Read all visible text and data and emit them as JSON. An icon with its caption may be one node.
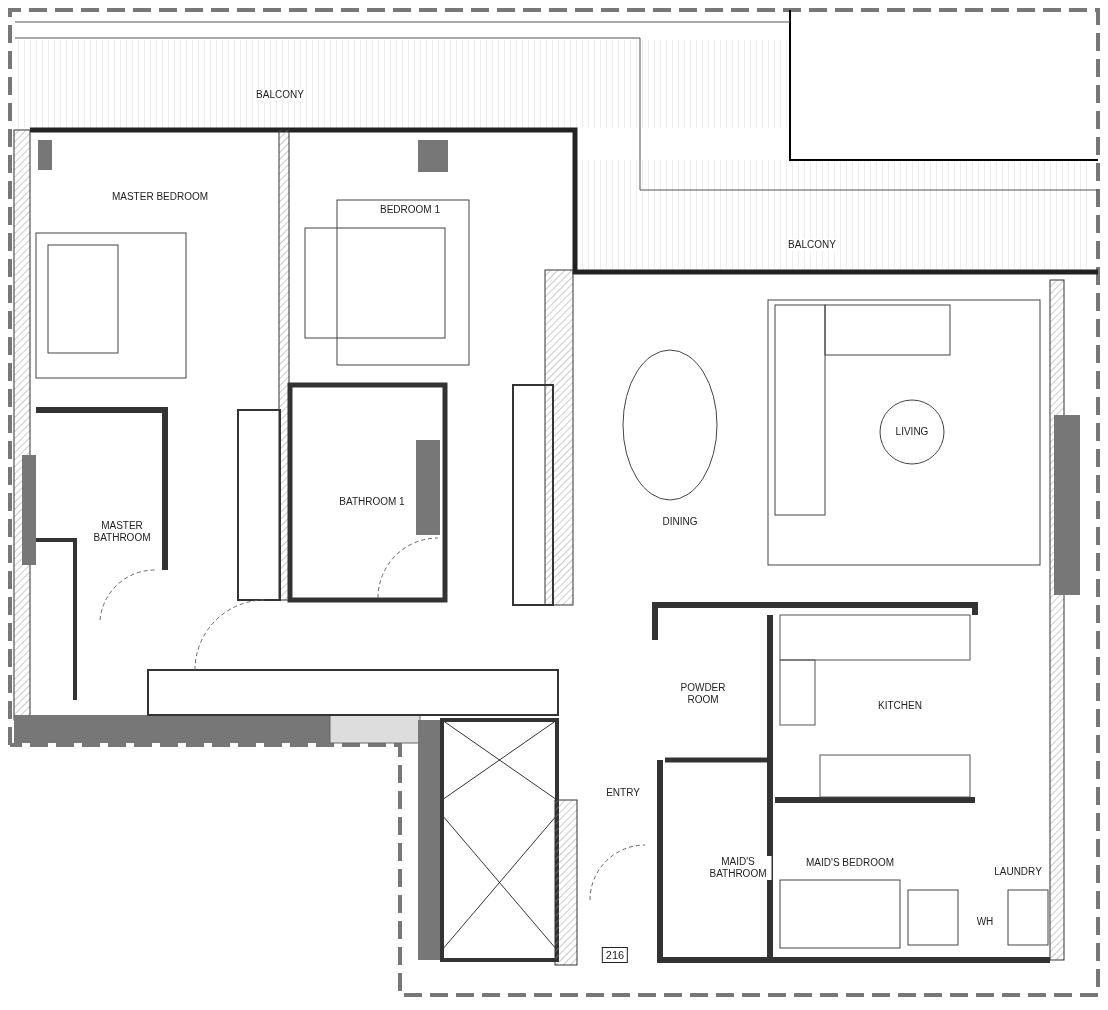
{
  "diagram": {
    "labels": [
      "BALCONY",
      "MASTER BEDROOM",
      "BEDROOM 1",
      "BALCONY",
      "LIVING",
      "BATHROOM 1",
      "DINING",
      "MASTER BATHROOM",
      "POWDER ROOM",
      "KITCHEN",
      "ENTRY",
      "MAID'S BATHROOM",
      "MAID'S BEDROOM",
      "LAUNDRY",
      "WH",
      "216"
    ]
  }
}
